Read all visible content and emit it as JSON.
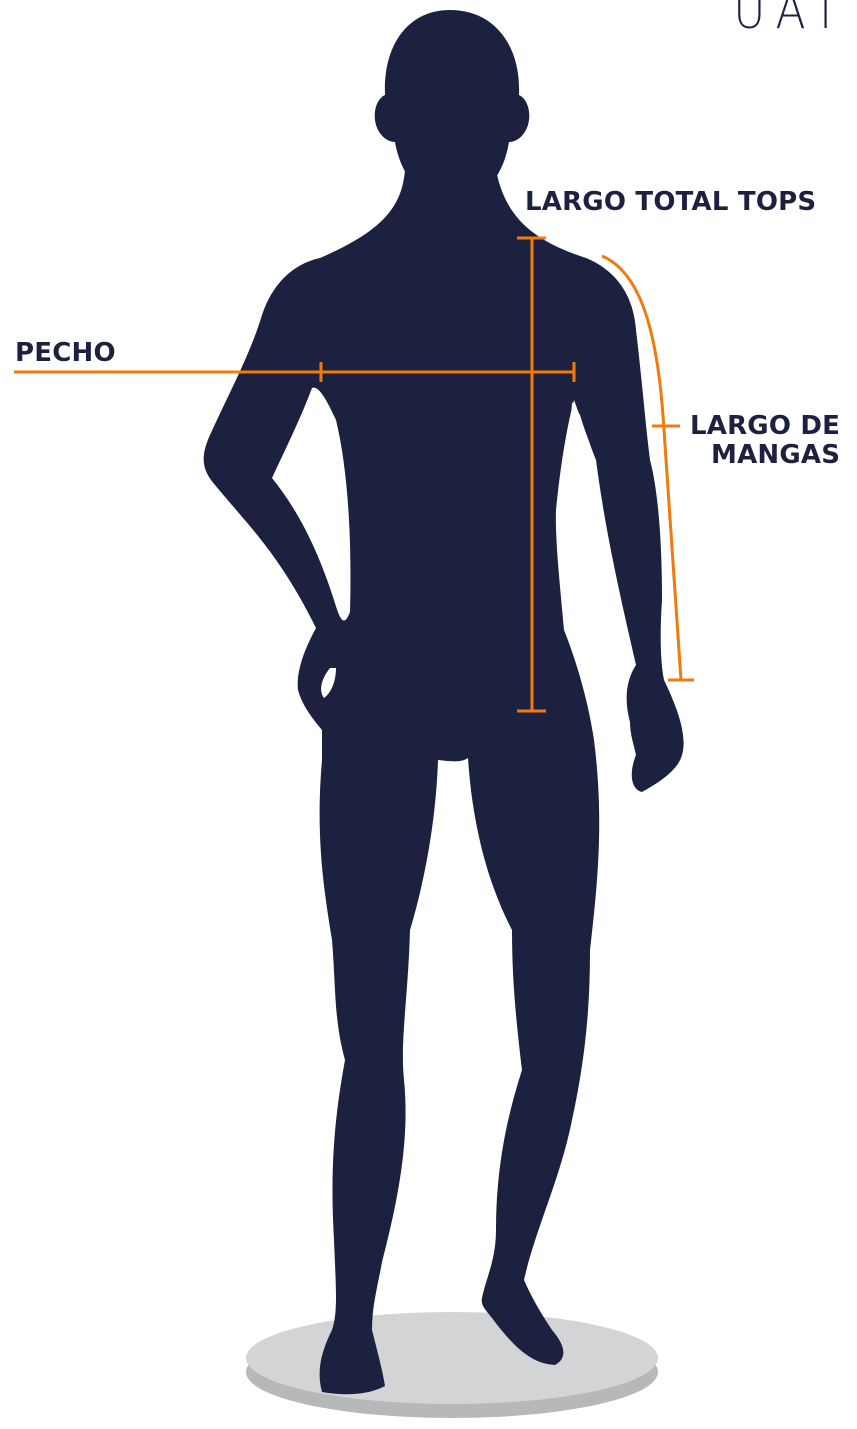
{
  "brand_mark": "UAT",
  "colors": {
    "silhouette": "#1c2140",
    "measure_line": "#f07a0c",
    "base_top": "#d3d4d6",
    "base_side": "#b7b8ba",
    "label_text": "#1c2140"
  },
  "labels": {
    "chest": "PECHO",
    "total_length": "LARGO TOTAL TOPS",
    "sleeve_length_line1": "LARGO DE",
    "sleeve_length_line2": "MANGAS"
  }
}
